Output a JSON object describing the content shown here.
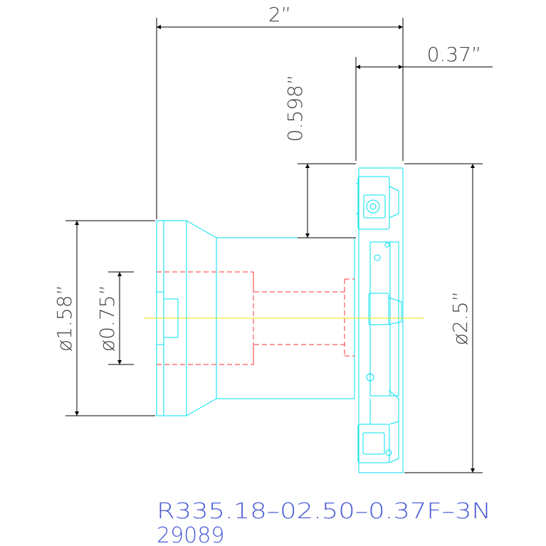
{
  "dimensions": {
    "overall_length": "2”",
    "insert_width": "0.37”",
    "cut_depth": "0.598”",
    "body_diameter": "ø1.58”",
    "bore_diameter": "ø0.75”",
    "cutter_diameter": "ø2.5”"
  },
  "part": {
    "number": "R335.18–02.50–0.37F–3N",
    "code": "29089"
  },
  "colors": {
    "outline": "#00e0f0",
    "hidden": "#ff3030",
    "centerline": "#f0e000",
    "dimension": "#000000",
    "part_text": "#4a5cd6"
  }
}
